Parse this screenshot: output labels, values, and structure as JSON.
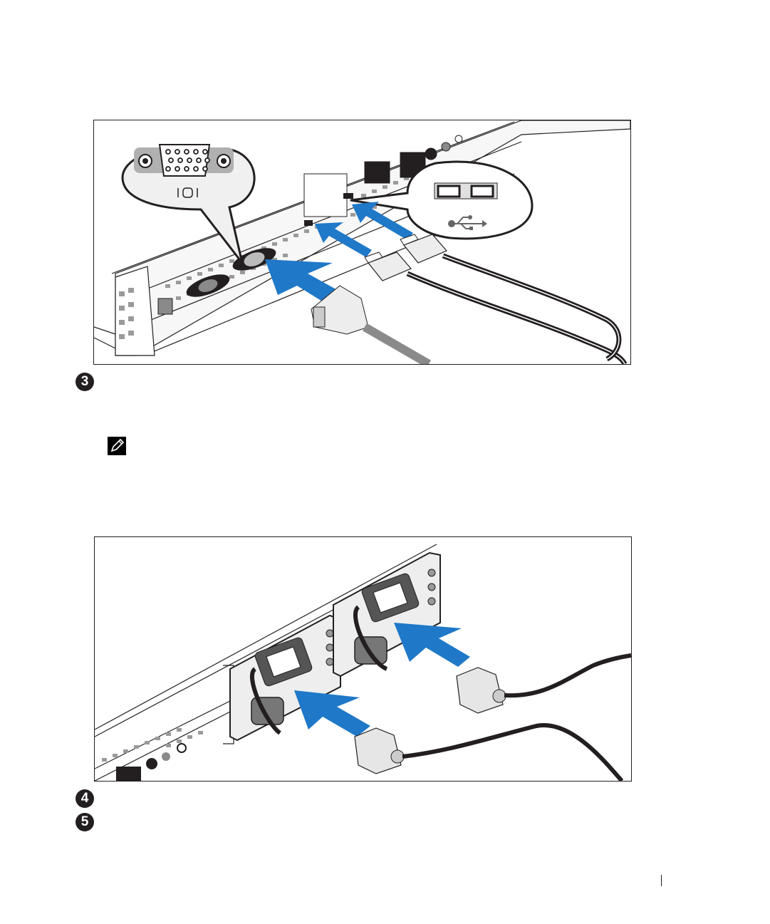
{
  "page": {
    "type": "hardware-installation-guide"
  },
  "figures": [
    {
      "id": "figure-connect-monitor-usb",
      "subject": "Connecting VGA monitor and USB keyboard/mouse to server rear panel",
      "callouts": [
        {
          "name": "vga-callout",
          "icon": "vga-connector-icon",
          "symbol": "IOI"
        },
        {
          "name": "usb-callout",
          "icon": "usb-connector-icon",
          "symbol": "usb-trident"
        }
      ],
      "arrow_color": "#1f78c8"
    },
    {
      "id": "figure-connect-power",
      "subject": "Connecting power cables to redundant power supplies",
      "arrow_color": "#1f78c8"
    }
  ],
  "steps": [
    {
      "number": "3",
      "text": ""
    },
    {
      "number": "4",
      "text": ""
    },
    {
      "number": "5",
      "text": ""
    }
  ],
  "note": {
    "icon": "note-pencil-icon",
    "text": ""
  },
  "colors": {
    "accent_blue": "#1f78c8",
    "ink": "#231f20"
  }
}
